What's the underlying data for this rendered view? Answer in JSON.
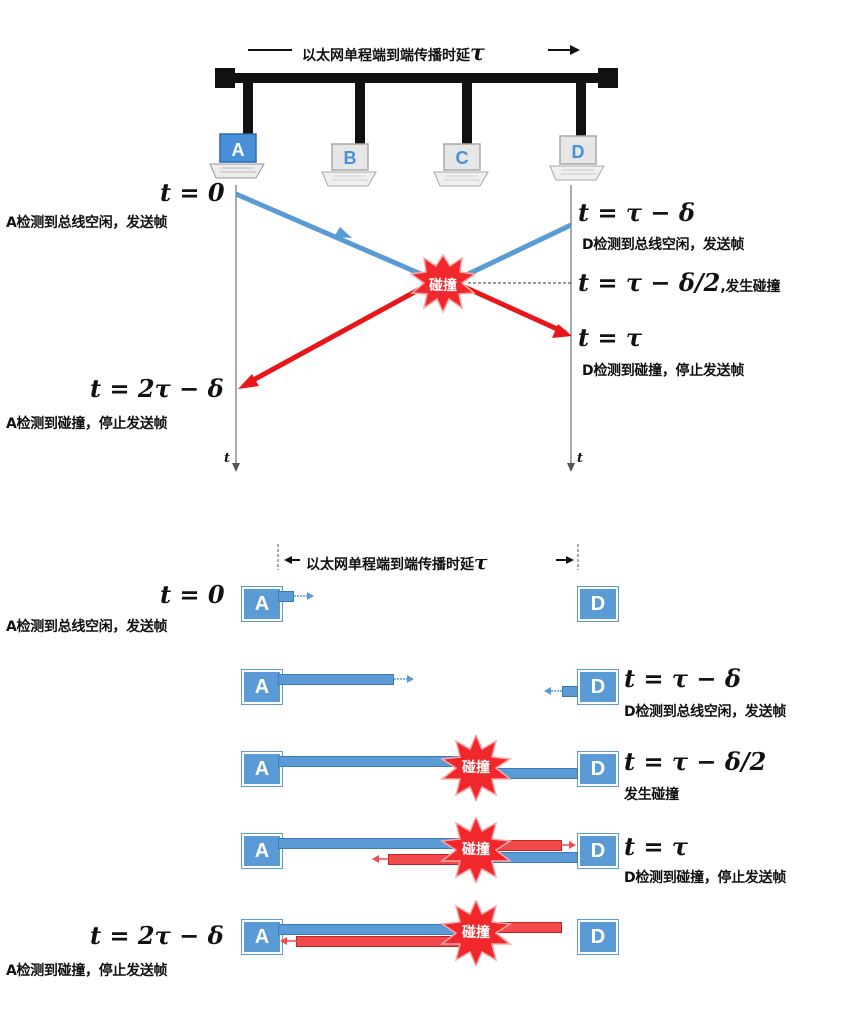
{
  "header_top": "以太网单程端到端传播时延",
  "header_bottom": "以太网单程端到端传播时延",
  "tau": "τ",
  "time_axis_label": "t",
  "nodes": [
    "A",
    "B",
    "C",
    "D"
  ],
  "collision_label": "碰撞",
  "top": {
    "eq_t0": "t = 0",
    "cap_a_start": "A检测到总线空闲，发送帧",
    "eq_d_start": "t = τ − δ",
    "cap_d_start": "D检测到总线空闲，发送帧",
    "eq_collide": "t = τ − δ/2",
    "cap_collide": ",发生碰撞",
    "eq_d_detect": "t = τ",
    "cap_d_detect": "D检测到碰撞，停止发送帧",
    "eq_a_detect": "t = 2τ − δ",
    "cap_a_detect": "A检测到碰撞，停止发送帧"
  },
  "bottom": {
    "eq_t0": "t = 0",
    "cap_t0": "A检测到总线空闲，发送帧",
    "eq_d_start": "t = τ − δ",
    "cap_d_start": "D检测到总线空闲，发送帧",
    "eq_collide": "t = τ − δ/2",
    "cap_collide": "发生碰撞",
    "eq_d_detect": "t = τ",
    "cap_d_detect": "D检测到碰撞，停止发送帧",
    "eq_a_detect": "t = 2τ − δ",
    "cap_a_detect": "A检测到碰撞，停止发送帧"
  },
  "colors": {
    "blue": "#5b9bd5",
    "red": "#f04a4a",
    "bus": "#111111"
  }
}
